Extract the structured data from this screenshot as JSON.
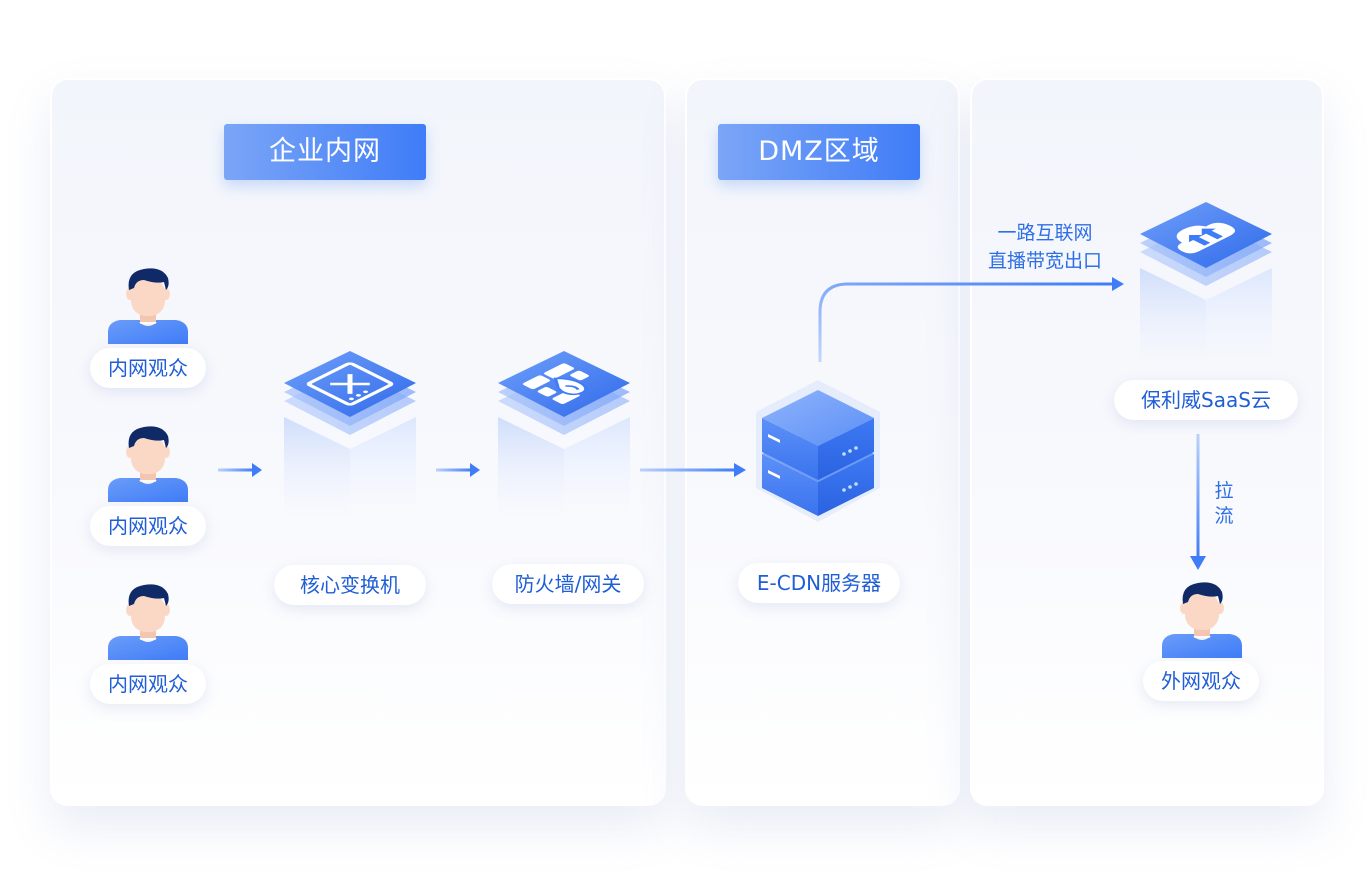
{
  "zones": {
    "intranet": "企业内网",
    "dmz": "DMZ区域"
  },
  "nodes": {
    "audience_1": "内网观众",
    "audience_2": "内网观众",
    "audience_3": "内网观众",
    "core_switch": "核心变换机",
    "firewall": "防火墙/网关",
    "ecdn_server": "E-CDN服务器",
    "saas_cloud": "保利威SaaS云",
    "external_audience": "外网观众"
  },
  "flows": {
    "internet_line1": "一路互联网",
    "internet_line2": "直播带宽出口",
    "pull_line1": "拉",
    "pull_line2": "流"
  },
  "colors": {
    "accent": "#3f7cf7",
    "text_blue": "#1f5ed6",
    "skin": "#fbd8c5",
    "hair": "#0f2a66"
  }
}
